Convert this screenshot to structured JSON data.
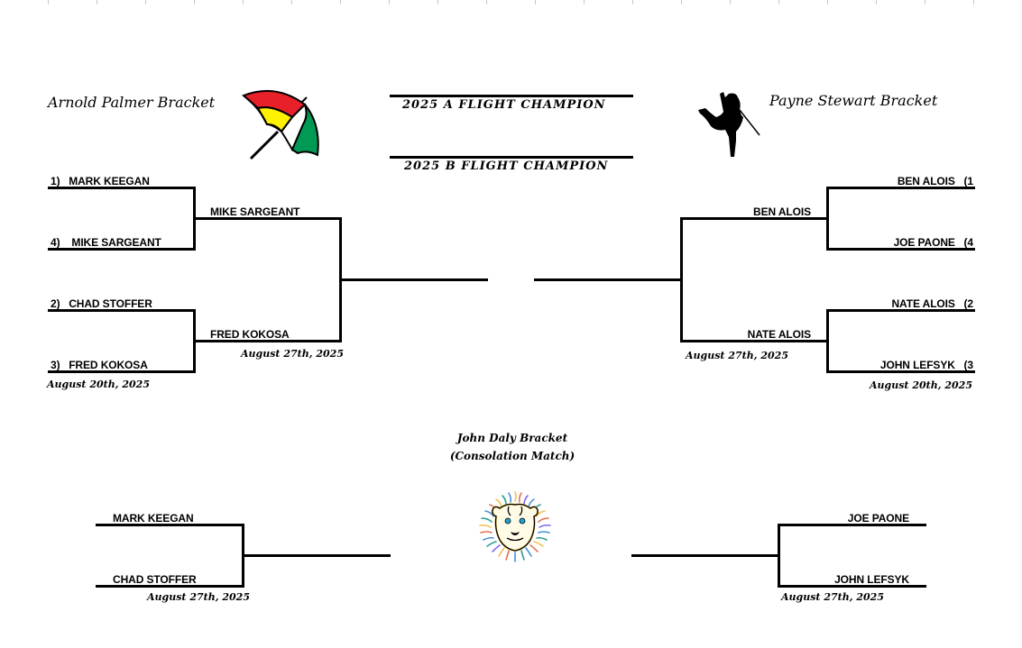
{
  "header": {
    "left_bracket_title": "Arnold Palmer Bracket",
    "right_bracket_title": "Payne Stewart Bracket",
    "a_flight_label": "2025 A FLIGHT CHAMPION",
    "b_flight_label": "2025 B FLIGHT CHAMPION",
    "logos": {
      "left": "umbrella-icon",
      "right": "golfer-silhouette-icon",
      "consolation": "lion-icon"
    },
    "umbrella_colors": [
      "#e8202a",
      "#fff200",
      "#ffffff",
      "#009a55"
    ],
    "lion_mane_colors": [
      "#f2c14e",
      "#4a90d9",
      "#e76f51",
      "#2a9d8f",
      "#7b68ee"
    ]
  },
  "left_bracket": {
    "round1": [
      {
        "seed": "1)",
        "name": "MARK KEEGAN"
      },
      {
        "seed": "4)",
        "name": "MIKE SARGEANT"
      },
      {
        "seed": "2)",
        "name": "CHAD STOFFER"
      },
      {
        "seed": "3)",
        "name": "FRED KOKOSA"
      }
    ],
    "round1_date": "August 20th, 2025",
    "round2": [
      "MIKE SARGEANT",
      "FRED KOKOSA"
    ],
    "round2_date": "August 27th, 2025"
  },
  "right_bracket": {
    "round1": [
      {
        "seed": "(1",
        "name": "BEN ALOIS"
      },
      {
        "seed": "(4",
        "name": "JOE PAONE"
      },
      {
        "seed": "(2",
        "name": "NATE ALOIS"
      },
      {
        "seed": "(3",
        "name": "JOHN LEFSYK"
      }
    ],
    "round1_date": "August 20th, 2025",
    "round2": [
      "BEN ALOIS",
      "NATE ALOIS"
    ],
    "round2_date": "August 27th, 2025"
  },
  "consolation": {
    "title": "John Daly Bracket",
    "subtitle": "(Consolation Match)",
    "left": [
      "MARK KEEGAN",
      "CHAD STOFFER"
    ],
    "left_date": "August 27th, 2025",
    "right": [
      "JOE PAONE",
      "JOHN LEFSYK"
    ],
    "right_date": "August 27th, 2025"
  }
}
